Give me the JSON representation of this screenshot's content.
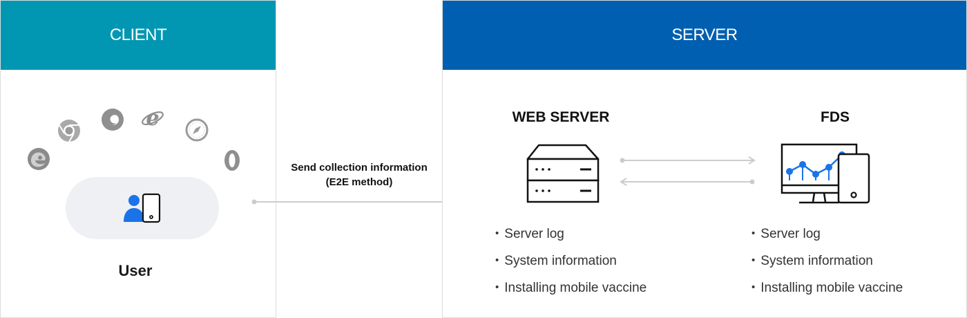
{
  "client": {
    "header": "CLIENT",
    "user_label": "User",
    "browsers": [
      "edge-icon",
      "chrome-icon",
      "firefox-icon",
      "ie-icon",
      "safari-icon",
      "opera-icon"
    ]
  },
  "connector": {
    "line1": "Send collection information",
    "line2": "(E2E method)"
  },
  "server": {
    "header": "SERVER",
    "web_server": {
      "title": "WEB SERVER",
      "items": [
        "Server log",
        "System information",
        "Installing mobile vaccine"
      ]
    },
    "fds": {
      "title": "FDS",
      "items": [
        "Server log",
        "System information",
        "Installing mobile vaccine"
      ]
    }
  },
  "colors": {
    "client_header": "#0197b2",
    "server_header": "#005fb0",
    "user_icon": "#1a73e8",
    "fds_chart": "#1a73e8",
    "connector_line": "#cccccc"
  }
}
